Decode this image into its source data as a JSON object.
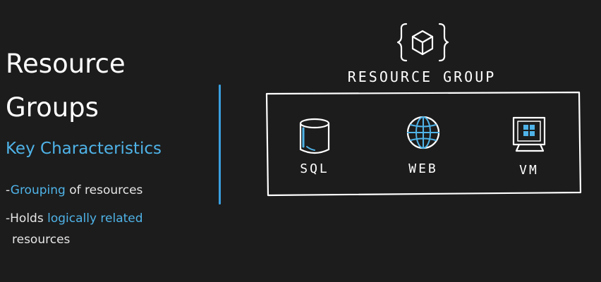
{
  "title": {
    "line1": "Resource",
    "line2": "Groups"
  },
  "subtitle": "Key Characteristics",
  "bullets": [
    {
      "dash": "-",
      "highlight": "Grouping",
      "rest": " of resources"
    },
    {
      "dash": "-",
      "prefix": "Holds ",
      "highlight": "logically related",
      "rest": "resources"
    }
  ],
  "diagram": {
    "heading": "RESOURCE GROUP",
    "items": [
      {
        "label": "SQL",
        "icon": "database-icon"
      },
      {
        "label": "WEB",
        "icon": "globe-icon"
      },
      {
        "label": "VM",
        "icon": "monitor-icon"
      }
    ],
    "group_icon": "cube-icon"
  },
  "colors": {
    "background": "#1c1c1c",
    "accent": "#4fb3e8",
    "divider": "#3a9fe0",
    "text": "#ffffff"
  }
}
